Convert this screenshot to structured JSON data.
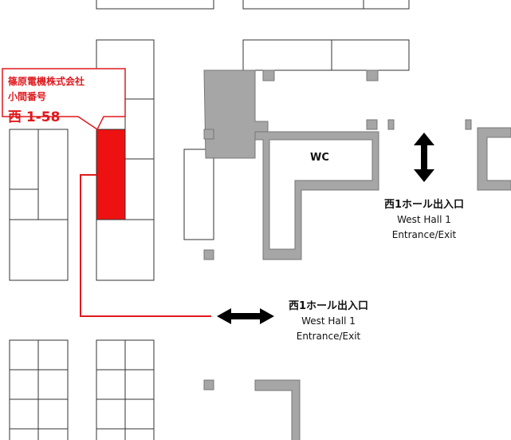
{
  "callout": {
    "company": "篠原電機株式会社",
    "booth_label": "小間番号",
    "booth_number": "西 1-58",
    "color": "#ee1111"
  },
  "entrances": [
    {
      "jp": "西1ホール出入口",
      "en1": "West Hall 1",
      "en2": "Entrance/Exit"
    },
    {
      "jp": "西1ホール出入口",
      "en1": "West Hall 1",
      "en2": "Entrance/Exit"
    }
  ],
  "facilities": {
    "wc": "WC"
  },
  "colors": {
    "wall": "#a6a6a6",
    "booth_highlight": "#ee1111",
    "outline": "#333333"
  }
}
